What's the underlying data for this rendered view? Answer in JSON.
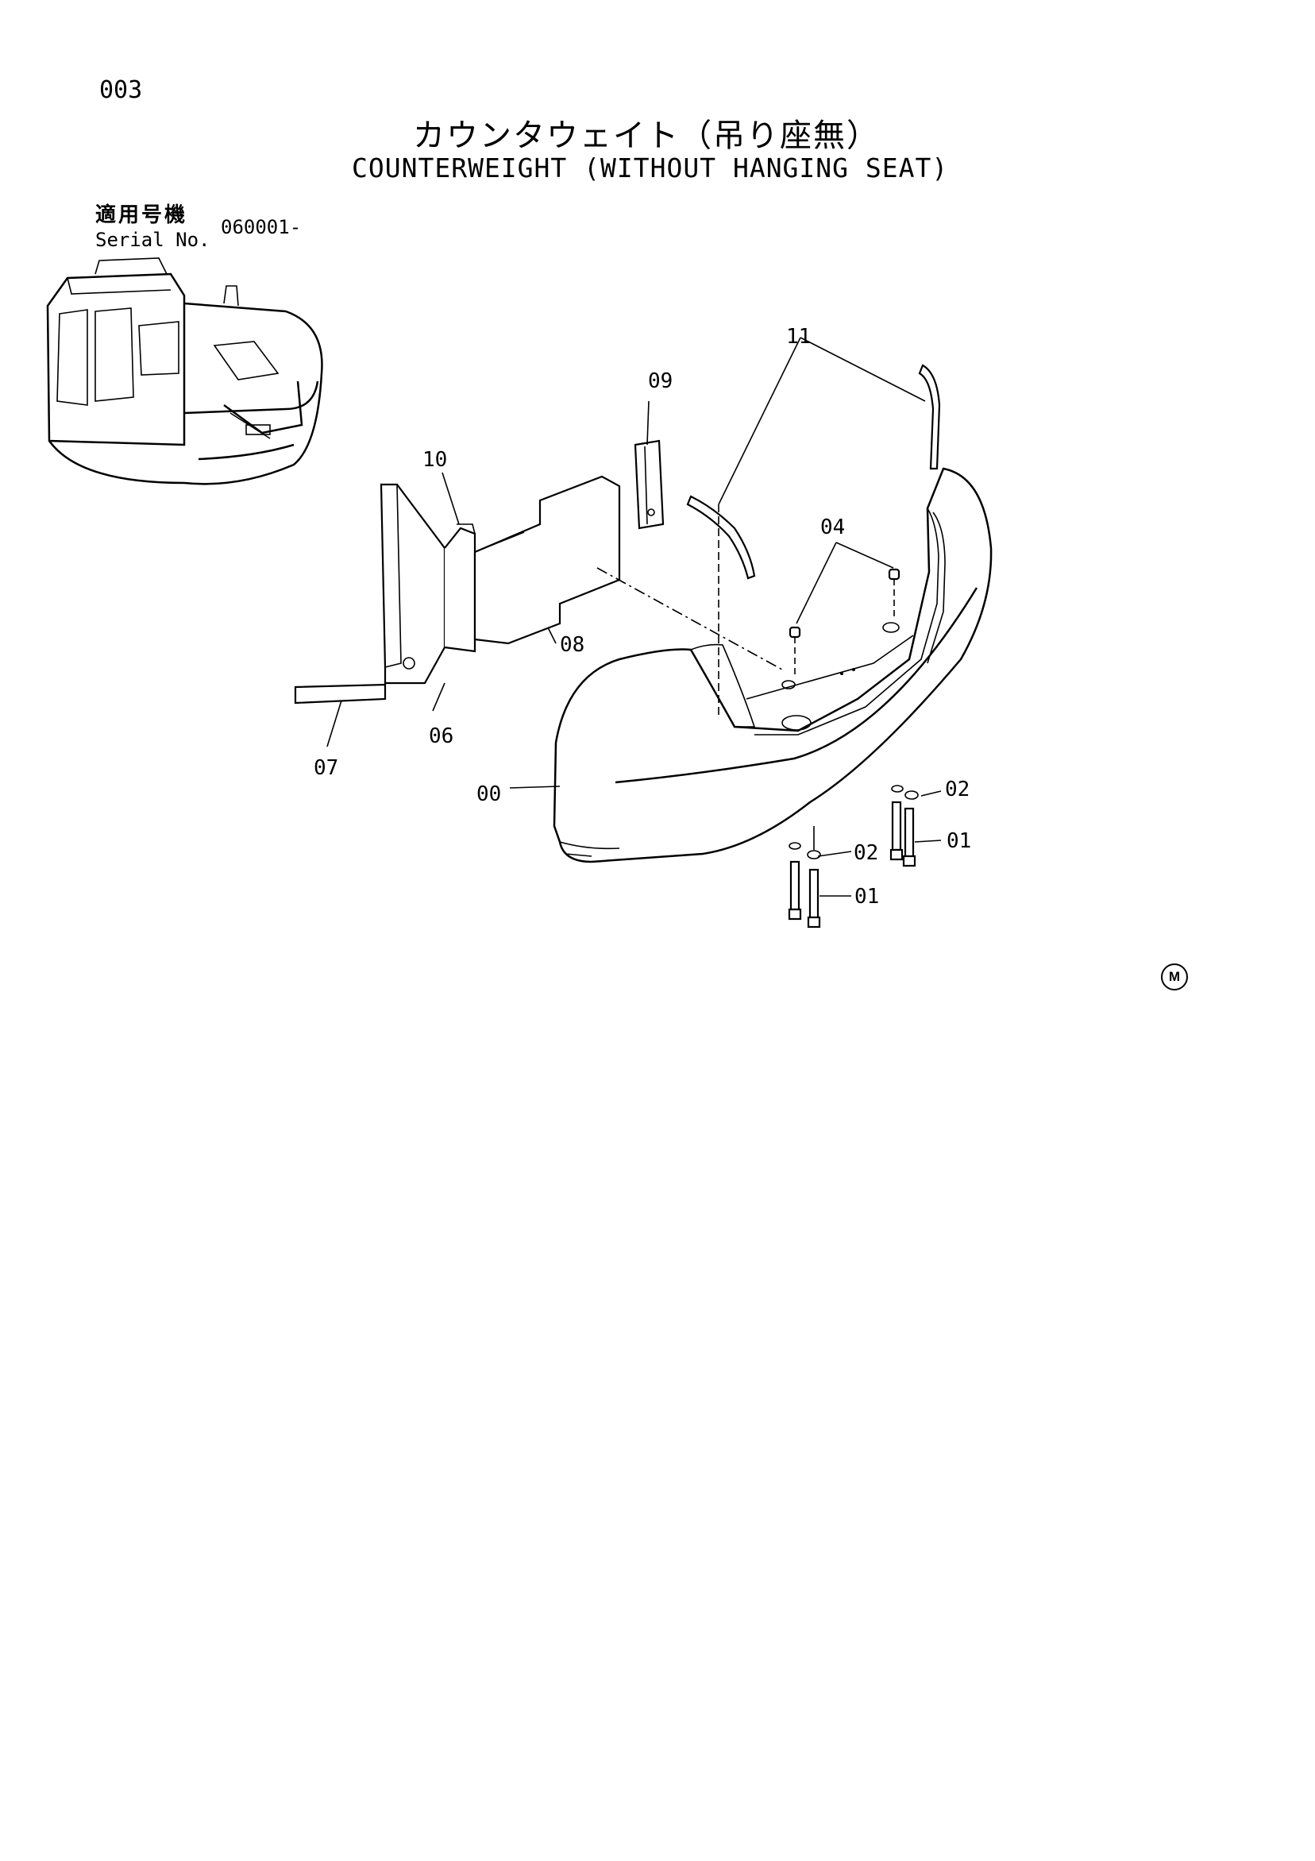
{
  "page": {
    "number": "003",
    "title_jp": "カウンタウェイト（吊り座無）",
    "title_en": "COUNTERWEIGHT (WITHOUT HANGING SEAT)",
    "serial_label_jp": "適用号機",
    "serial_label_en": "Serial No.",
    "serial_value": "060001-",
    "corner_mark": "M"
  },
  "callouts": [
    {
      "id": "callout-00",
      "label": "00"
    },
    {
      "id": "callout-01a",
      "label": "01"
    },
    {
      "id": "callout-01b",
      "label": "01"
    },
    {
      "id": "callout-02a",
      "label": "02"
    },
    {
      "id": "callout-02b",
      "label": "02"
    },
    {
      "id": "callout-04",
      "label": "04"
    },
    {
      "id": "callout-06",
      "label": "06"
    },
    {
      "id": "callout-07",
      "label": "07"
    },
    {
      "id": "callout-08",
      "label": "08"
    },
    {
      "id": "callout-09",
      "label": "09"
    },
    {
      "id": "callout-10",
      "label": "10"
    },
    {
      "id": "callout-11",
      "label": "11"
    }
  ]
}
